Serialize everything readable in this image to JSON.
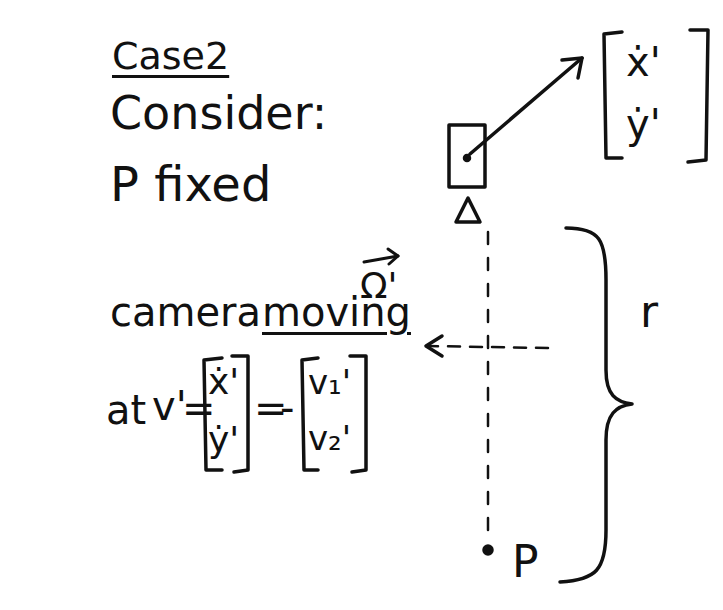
{
  "diagram": {
    "labels": [
      "Case2",
      "Consider:",
      "P fixed",
      "camera",
      "moving",
      "at",
      "v'",
      "=",
      "ẋ'",
      "ẏ'",
      "=",
      "-",
      "v₁'",
      "v₂'",
      "Ω'",
      "ẋ'",
      "ẏ'",
      "r",
      "P"
    ]
  }
}
